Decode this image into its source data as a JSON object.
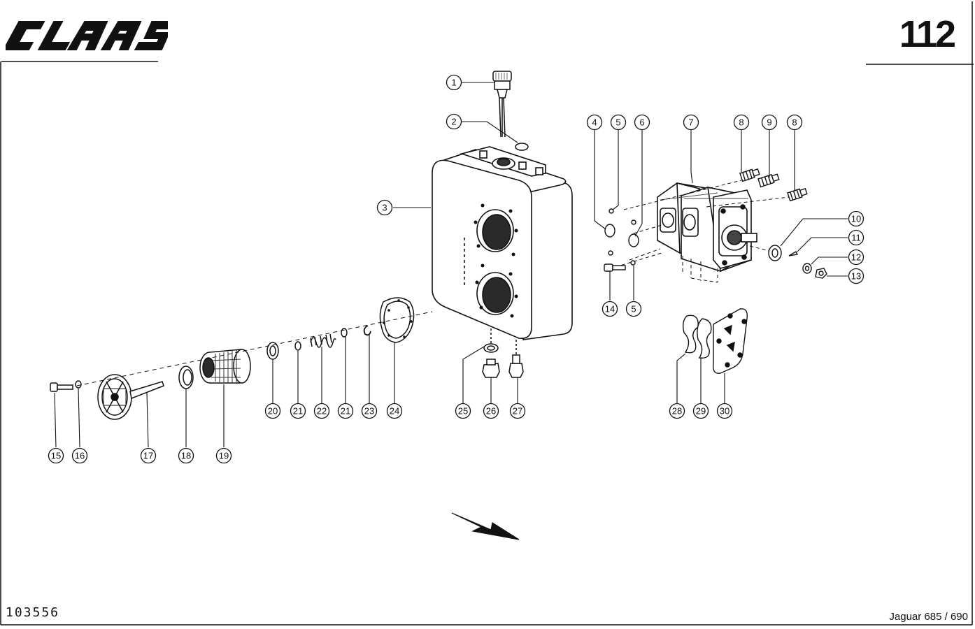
{
  "header": {
    "brand": "CLAAS",
    "page_number": "112"
  },
  "footer": {
    "drawing_number": "103556",
    "model": "Jaguar 685 / 690"
  },
  "callouts": [
    "1",
    "2",
    "3",
    "4",
    "5",
    "6",
    "7",
    "8",
    "9",
    "8",
    "10",
    "11",
    "12",
    "13",
    "14",
    "5",
    "15",
    "16",
    "17",
    "18",
    "19",
    "20",
    "21",
    "22",
    "21",
    "23",
    "24",
    "25",
    "26",
    "27",
    "28",
    "29",
    "30"
  ],
  "colors": {
    "ink": "#111111",
    "paper": "#ffffff"
  }
}
